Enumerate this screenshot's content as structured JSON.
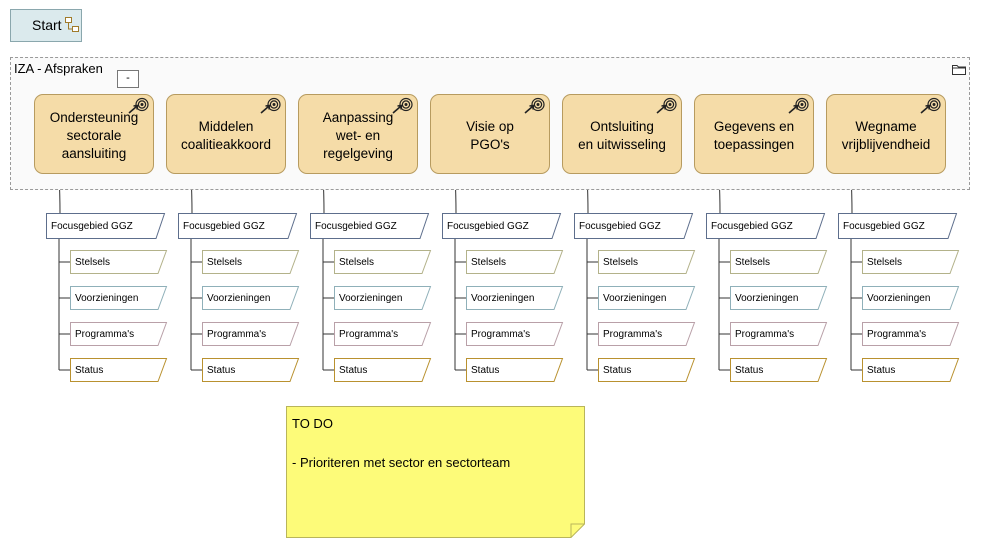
{
  "start": {
    "label": "Start",
    "icon": "process-icon"
  },
  "group": {
    "title": "IZA - Afspraken",
    "collapse_label": "-",
    "icon": "folder-icon",
    "fill": "#fafafa",
    "border": "#9a9a9a"
  },
  "colors": {
    "goal_fill": "#f5dca8",
    "goal_border": "#b79b5f",
    "start_fill": "#dbeaed",
    "todo_fill": "#fdfb79",
    "todo_border": "#b9b55a",
    "note_border": {
      "Focusgebied GGZ": "#5d6e8c",
      "Stelsels": "#b3b28a",
      "Voorzieningen": "#8fb0b9",
      "Programma's": "#b9a0a8",
      "Status": "#b9912f"
    }
  },
  "goals": [
    {
      "label": "Ondersteuning\nsectorale\naansluiting",
      "icon": "goal-target-icon"
    },
    {
      "label": "Middelen\ncoalitieakkoord",
      "icon": "goal-target-icon"
    },
    {
      "label": "Aanpassing\nwet- en\nregelgeving",
      "icon": "goal-target-icon"
    },
    {
      "label": "Visie op\nPGO's",
      "icon": "goal-target-icon"
    },
    {
      "label": "Ontsluiting\nen uitwisseling",
      "icon": "goal-target-icon"
    },
    {
      "label": "Gegevens en\ntoepassingen",
      "icon": "goal-target-icon"
    },
    {
      "label": "Wegname\nvrijblijvendheid",
      "icon": "goal-target-icon"
    }
  ],
  "notes": {
    "focus": "Focusgebied GGZ",
    "items": [
      "Stelsels",
      "Voorzieningen",
      "Programma's",
      "Status"
    ]
  },
  "todo": {
    "text": "TO DO\n\n- Prioriteren met sector en sectorteam"
  }
}
